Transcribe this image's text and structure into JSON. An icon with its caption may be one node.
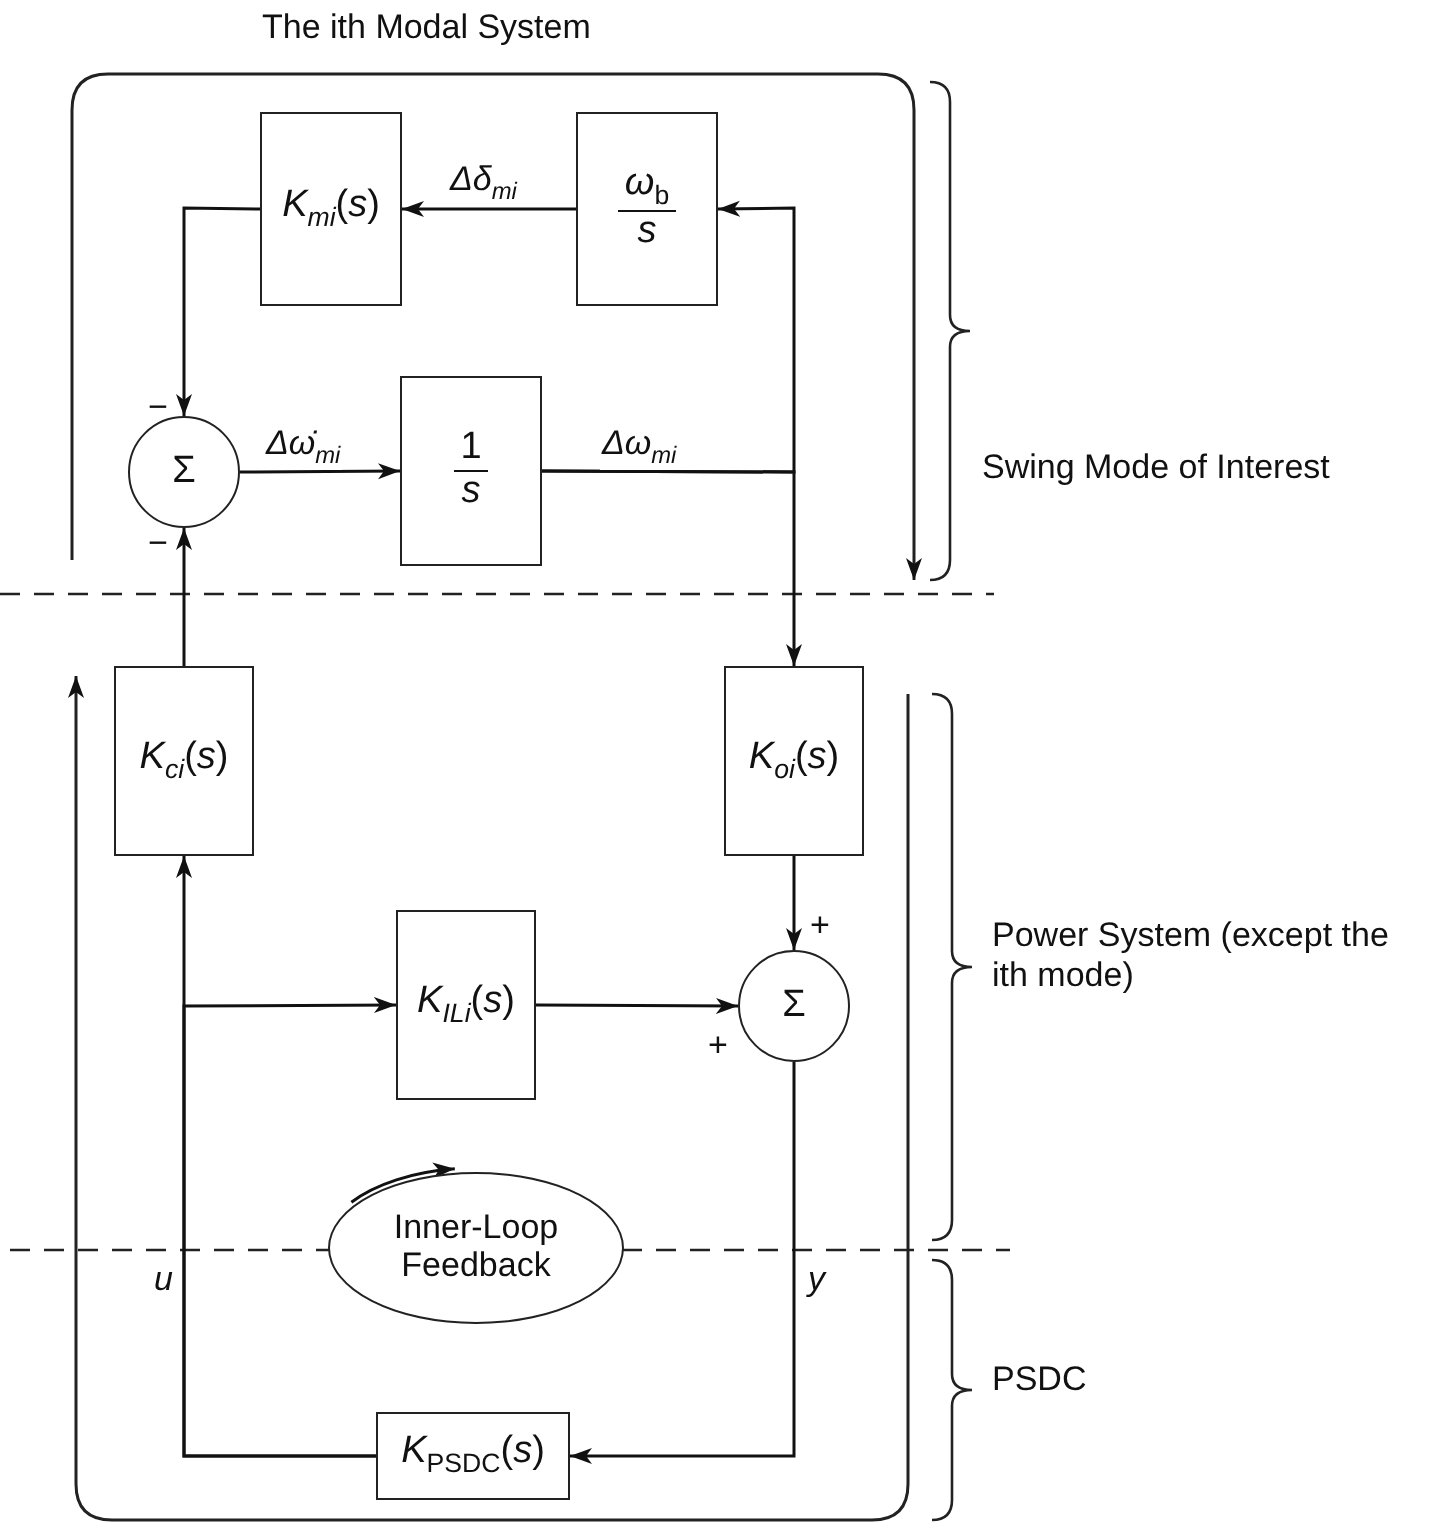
{
  "diagram": {
    "title": "The ith Modal System",
    "nodes": [
      {
        "text": [
          "*K*$_{mi}$(*s*)"
        ]
      },
      {
        "text": [
          "*ω*$_{b}$",
          "*s*"
        ]
      },
      {
        "text": [
          "Σ"
        ]
      },
      {
        "text": [
          "1",
          "*s*"
        ]
      },
      {
        "text": [
          "*K*$_{ci}$(*s*)"
        ]
      },
      {
        "text": [
          "*K*$_{oi}$(*s*)"
        ]
      },
      {
        "text": [
          "*K*$_{ILi}$(*s*)"
        ]
      },
      {
        "text": [
          "Σ"
        ]
      },
      {
        "text": [
          "Inner-Loop Feedback"
        ]
      },
      {
        "text": [
          "*K*$_{PSDC}$(*s*)"
        ]
      }
    ],
    "edges": [
      {
        "from": 1,
        "to": 0,
        "arrow": "to",
        "label": "Δδ$_{mi}$"
      },
      {
        "from": 0,
        "to": 2,
        "arrow": "to"
      },
      {
        "from": 2,
        "to": 3,
        "arrow": "to",
        "label": "Δω̇$_{mi}$"
      },
      {
        "from": 3,
        "to": 1,
        "arrow": "to",
        "label": "Δω$_{mi}$"
      },
      {
        "from": 3,
        "to": 5,
        "arrow": "to"
      },
      {
        "from": 4,
        "to": 2,
        "arrow": "to"
      },
      {
        "from": 5,
        "to": 7,
        "arrow": "to"
      },
      {
        "from": 6,
        "to": 7,
        "arrow": "to"
      },
      {
        "from": 7,
        "to": 9,
        "arrow": "to",
        "label": "y"
      },
      {
        "from": 9,
        "to": 4,
        "arrow": "to",
        "label": "u"
      },
      {
        "from": 9,
        "to": 6,
        "arrow": "to"
      }
    ],
    "labels": [
      "−",
      "−",
      "Swing Mode of Interest",
      "+",
      "+",
      "Power System (except the ith mode)",
      "PSDC"
    ]
  }
}
